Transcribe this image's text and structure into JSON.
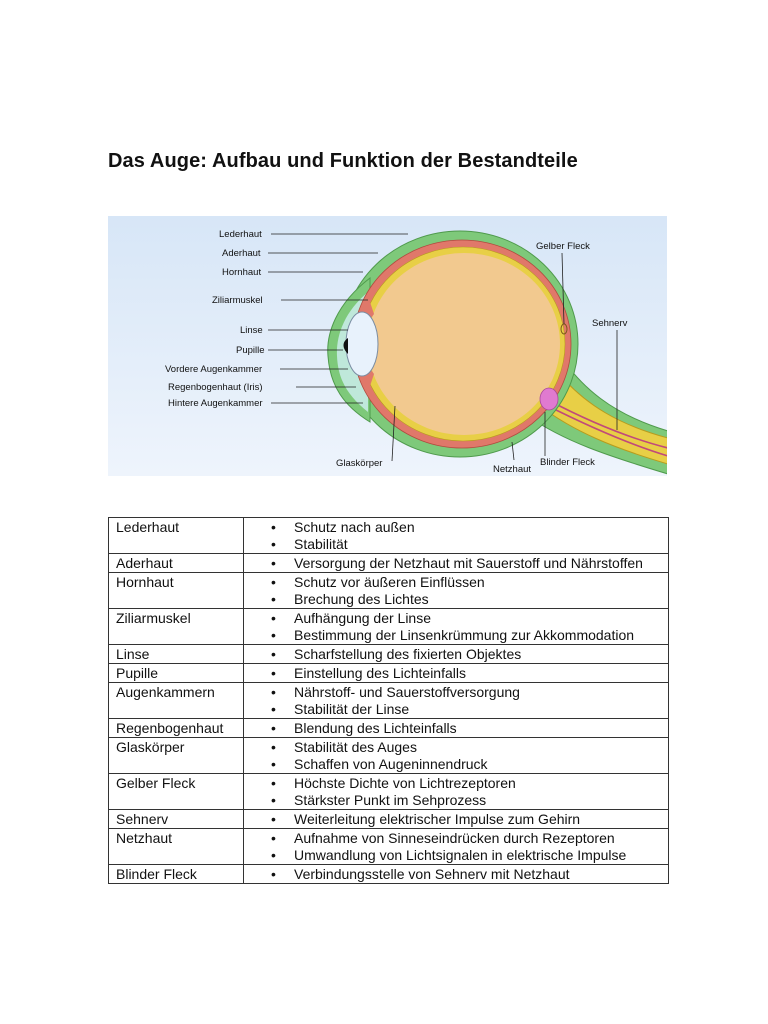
{
  "document": {
    "title": "Das Auge: Aufbau und Funktion der Bestandteile"
  },
  "diagram": {
    "labels": {
      "lederhaut": "Lederhaut",
      "aderhaut": "Aderhaut",
      "hornhaut": "Hornhaut",
      "ziliarmuskel": "Ziliarmuskel",
      "linse": "Linse",
      "pupille": "Pupille",
      "vordere_augenkammer": "Vordere Augenkammer",
      "regenbogenhaut": "Regenbogenhaut (Iris)",
      "hintere_augenkammer": "Hintere Augenkammer",
      "gelber_fleck": "Gelber Fleck",
      "sehnerv": "Sehnerv",
      "glaskoerper": "Glaskörper",
      "netzhaut": "Netzhaut",
      "blinder_fleck": "Blinder Fleck"
    },
    "colors": {
      "background_top": "#d7e6f7",
      "background_bottom": "#eef4fc",
      "sclera": "#7ec97a",
      "choroid": "#e0786a",
      "retina": "#e8cf46",
      "vitreous": "#f2c98f",
      "lens": "#e8f2fc",
      "chamber": "#bfe8da",
      "blind_spot": "#e07ad0"
    }
  },
  "table": {
    "rows": [
      {
        "name": "Lederhaut",
        "items": [
          "Schutz nach außen",
          "Stabilität"
        ]
      },
      {
        "name": "Aderhaut",
        "items": [
          "Versorgung der Netzhaut mit Sauerstoff und Nährstoffen"
        ]
      },
      {
        "name": "Hornhaut",
        "items": [
          "Schutz vor äußeren Einflüssen",
          "Brechung des Lichtes"
        ]
      },
      {
        "name": "Ziliarmuskel",
        "items": [
          "Aufhängung der Linse",
          "Bestimmung der Linsenkrümmung zur Akkommodation"
        ]
      },
      {
        "name": "Linse",
        "items": [
          "Scharfstellung des fixierten Objektes"
        ]
      },
      {
        "name": "Pupille",
        "items": [
          "Einstellung des Lichteinfalls"
        ]
      },
      {
        "name": "Augenkammern",
        "items": [
          "Nährstoff- und Sauerstoffversorgung",
          "Stabilität der Linse"
        ]
      },
      {
        "name": "Regenbogenhaut",
        "items": [
          "Blendung des Lichteinfalls"
        ]
      },
      {
        "name": "Glaskörper",
        "items": [
          "Stabilität des Auges",
          "Schaffen von Augeninnendruck"
        ]
      },
      {
        "name": "Gelber Fleck",
        "items": [
          "Höchste Dichte von Lichtrezeptoren",
          "Stärkster Punkt im Sehprozess"
        ]
      },
      {
        "name": "Sehnerv",
        "items": [
          "Weiterleitung elektrischer Impulse zum Gehirn"
        ]
      },
      {
        "name": "Netzhaut",
        "items": [
          "Aufnahme von Sinneseindrücken durch Rezeptoren",
          "Umwandlung von Lichtsignalen in elektrische Impulse"
        ]
      },
      {
        "name": "Blinder Fleck",
        "items": [
          "Verbindungsstelle von Sehnerv mit Netzhaut"
        ]
      }
    ]
  }
}
